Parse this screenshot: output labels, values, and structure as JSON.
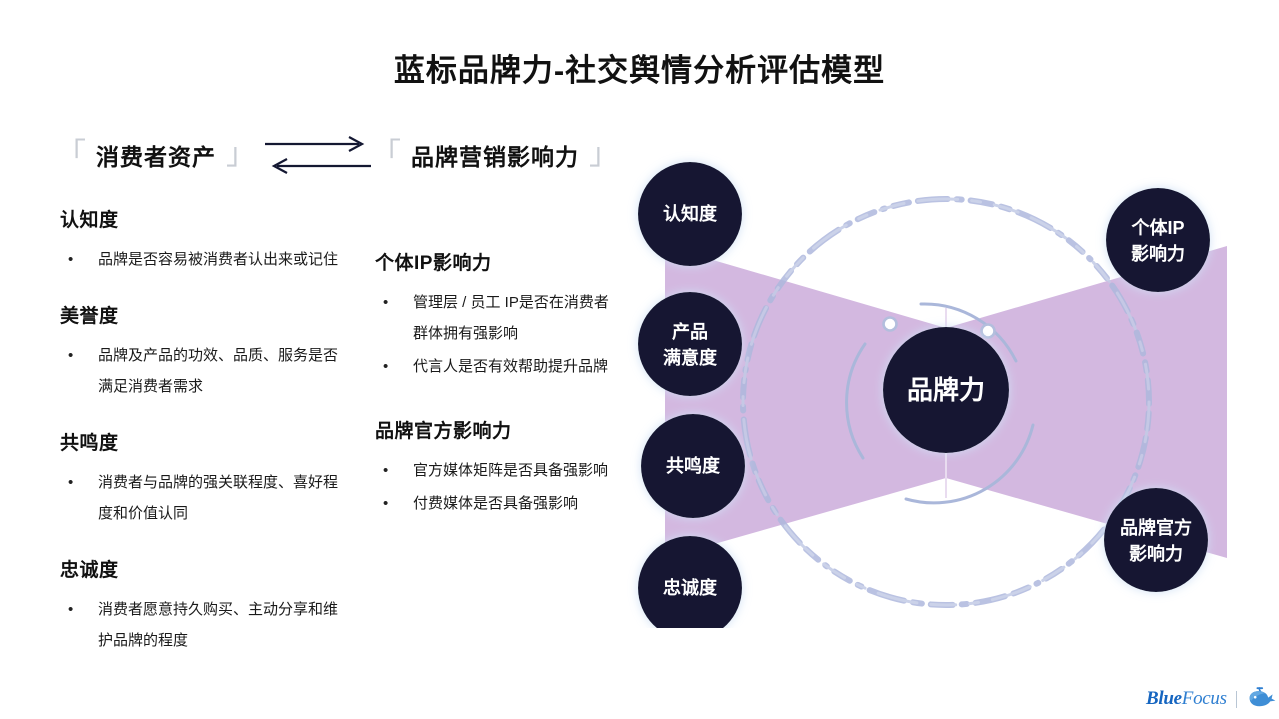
{
  "title": "蓝标品牌力-社交舆情分析评估模型",
  "header": {
    "left": {
      "bracket_open": "「",
      "label": "消费者资产",
      "bracket_close": "」"
    },
    "right": {
      "bracket_open": "「",
      "label": "品牌营销影响力",
      "bracket_close": "」"
    },
    "arrow_forward": "arrow-right",
    "arrow_back": "arrow-left"
  },
  "columns": {
    "consumer_assets": [
      {
        "heading": "认知度",
        "bullets": [
          "品牌是否容易被消费者认出来或记住"
        ]
      },
      {
        "heading": "美誉度",
        "bullets": [
          "品牌及产品的功效、品质、服务是否满足消费者需求"
        ]
      },
      {
        "heading": "共鸣度",
        "bullets": [
          "消费者与品牌的强关联程度、喜好程度和价值认同"
        ]
      },
      {
        "heading": "忠诚度",
        "bullets": [
          "消费者愿意持久购买、主动分享和维护品牌的程度"
        ]
      }
    ],
    "brand_influence": [
      {
        "heading": "个体IP影响力",
        "bullets": [
          "管理层 / 员工 IP是否在消费者群体拥有强影响",
          "代言人是否有效帮助提升品牌"
        ]
      },
      {
        "heading": "品牌官方影响力",
        "bullets": [
          "官方媒体矩阵是否具备强影响",
          "付费媒体是否具备强影响"
        ]
      }
    ]
  },
  "diagram": {
    "center": "品牌力",
    "left_nodes": [
      {
        "lines": [
          "认知度"
        ]
      },
      {
        "lines": [
          "产品",
          "满意度"
        ]
      },
      {
        "lines": [
          "共鸣度"
        ]
      },
      {
        "lines": [
          "忠诚度"
        ]
      }
    ],
    "right_nodes": [
      {
        "lines": [
          "个体IP",
          "影响力"
        ]
      },
      {
        "lines": [
          "品牌官方",
          "影响力"
        ]
      }
    ]
  },
  "logo": {
    "blue": "Blue",
    "focus": "Focus",
    "mark": "whale-icon"
  },
  "colors": {
    "dark_node": "#141832",
    "purple_fill": "#d3b8e0",
    "ring": "#aeb8dd",
    "accent_blue": "#1565c0",
    "bracket_gray": "#c9cdd4",
    "text": "#111111"
  }
}
